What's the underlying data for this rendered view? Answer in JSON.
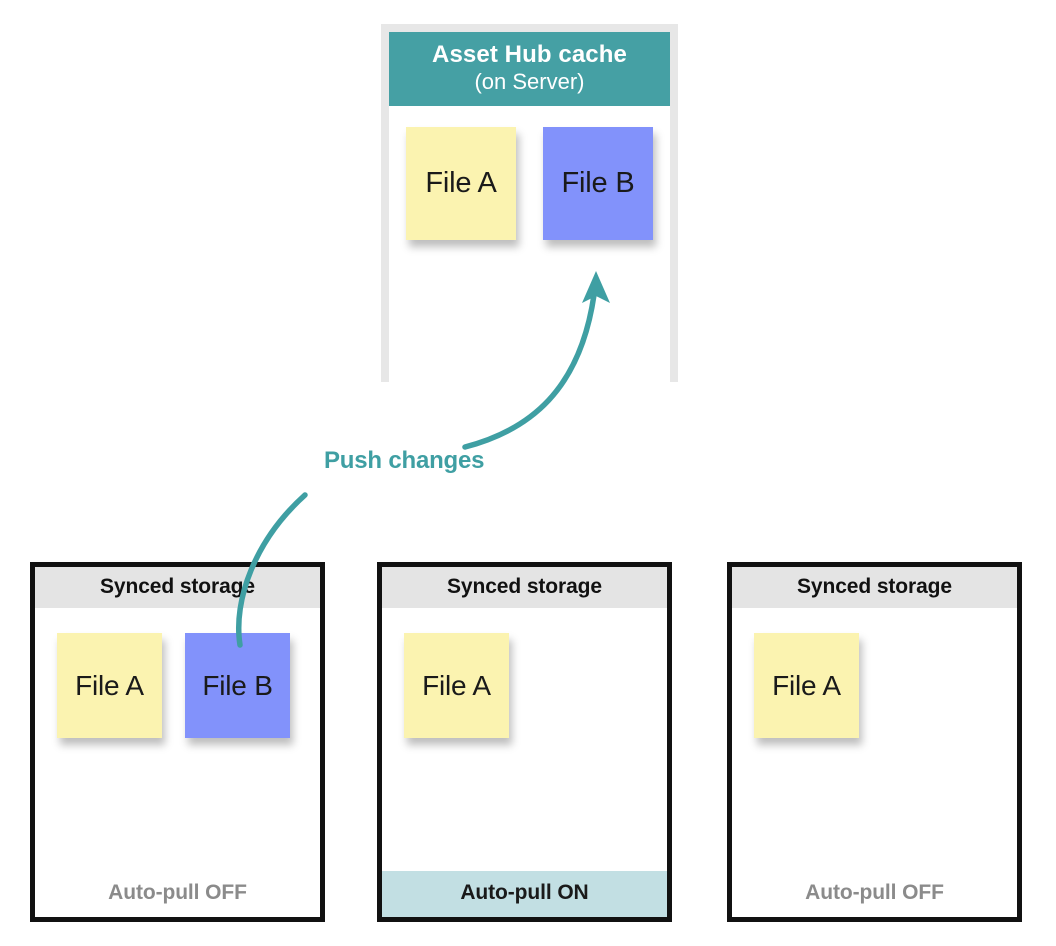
{
  "diagram": {
    "title": "Asset Hub cache sync diagram",
    "colors": {
      "teal_header": "#45a0a4",
      "teal_accent": "#3f9fa3",
      "note_yellow": "#fbf3b0",
      "note_blue": "#8292fb",
      "header_gray": "#e4e4e4",
      "border_gray": "#e7e7e7",
      "border_black": "#111111",
      "auto_pull_on_band": "#c2dfe3",
      "auto_pull_off_text": "#8b8b8b"
    }
  },
  "cache": {
    "title": "Asset Hub cache",
    "subtitle": "(on Server)",
    "notes": [
      {
        "label": "File A",
        "color": "yellow"
      },
      {
        "label": "File B",
        "color": "blue"
      }
    ]
  },
  "arrow": {
    "label": "Push changes",
    "direction": "up",
    "from": "synced-storage-1 File B",
    "to": "asset-hub-cache File B"
  },
  "storages": [
    {
      "header": "Synced storage",
      "notes": [
        {
          "label": "File A",
          "color": "yellow"
        },
        {
          "label": "File B",
          "color": "blue"
        }
      ],
      "footer": "Auto-pull OFF",
      "auto_pull": "OFF"
    },
    {
      "header": "Synced storage",
      "notes": [
        {
          "label": "File A",
          "color": "yellow"
        }
      ],
      "footer": "Auto-pull ON",
      "auto_pull": "ON"
    },
    {
      "header": "Synced storage",
      "notes": [
        {
          "label": "File A",
          "color": "yellow"
        }
      ],
      "footer": "Auto-pull OFF",
      "auto_pull": "OFF"
    }
  ]
}
